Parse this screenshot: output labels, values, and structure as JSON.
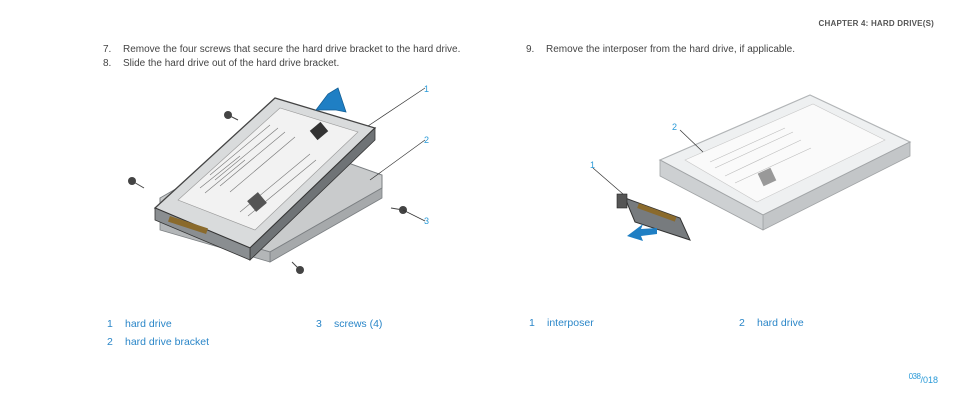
{
  "header": {
    "chapter": "CHAPTER 4: HARD DRIVE(S)"
  },
  "steps": [
    {
      "num": "7.",
      "text": "Remove the four screws that secure the hard drive bracket to the hard drive."
    },
    {
      "num": "8.",
      "text": "Slide the hard drive out of the hard drive bracket."
    },
    {
      "num": "9.",
      "text": "Remove the interposer from the hard drive, if applicable."
    }
  ],
  "figure1": {
    "callouts": [
      "1",
      "2",
      "3"
    ]
  },
  "figure2": {
    "callouts": [
      "1",
      "2"
    ]
  },
  "legend1": [
    {
      "num": "1",
      "label": "hard drive"
    },
    {
      "num": "2",
      "label": "hard drive bracket"
    },
    {
      "num": "3",
      "label": "screws (4)"
    }
  ],
  "legend2": [
    {
      "num": "1",
      "label": "interposer"
    },
    {
      "num": "2",
      "label": "hard drive"
    }
  ],
  "page": {
    "current": "038",
    "total": "/018"
  },
  "colors": {
    "accent": "#2a9ad8",
    "arrow": "#1f7fc4"
  }
}
